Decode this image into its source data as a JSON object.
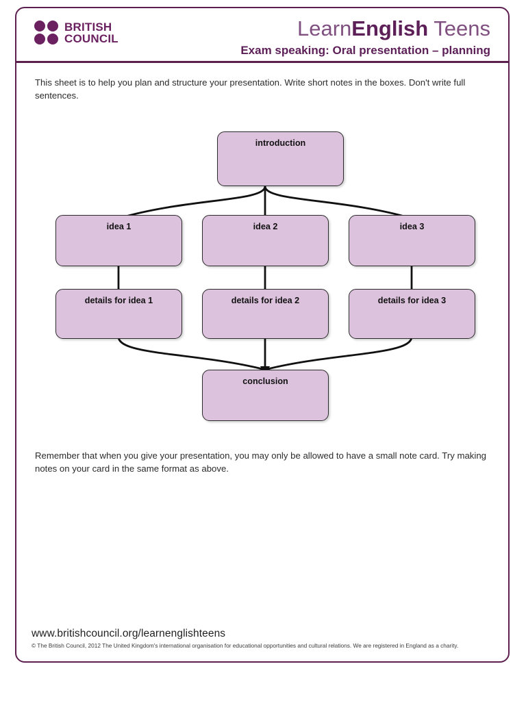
{
  "header": {
    "logo": {
      "name": "british-council-logo",
      "line1": "BRITISH",
      "line2": "COUNCIL",
      "dot_color": "#6b2160"
    },
    "brand": {
      "part1": "Learn",
      "part2": "English",
      "part3": " Teens",
      "light_color": "#7f5080",
      "bold_color": "#5d1f57"
    },
    "sheet_title": "Exam speaking: Oral presentation – planning",
    "border_color": "#5d1f4f"
  },
  "intro_text": "This sheet is to help you plan and structure your presentation. Write short notes in the boxes. Don't write full sentences.",
  "note_text": "Remember that when you give your presentation, you may only be allowed to have a small note card. Try making notes on your card in the same format as above.",
  "diagram": {
    "box_fill": "#ddc2dd",
    "box_border": "#2a2a2a",
    "connector_color": "#111111",
    "nodes": {
      "introduction": "introduction",
      "idea1": "idea 1",
      "idea2": "idea 2",
      "idea3": "idea 3",
      "details1": "details for idea 1",
      "details2": "details for idea 2",
      "details3": "details for idea 3",
      "conclusion": "conclusion"
    }
  },
  "footer": {
    "url": "www.britishcouncil.org/learnenglishteens",
    "copyright": "© The British Council, 2012 The United Kingdom's international organisation for educational opportunities and cultural relations. We are registered in England as a charity."
  }
}
